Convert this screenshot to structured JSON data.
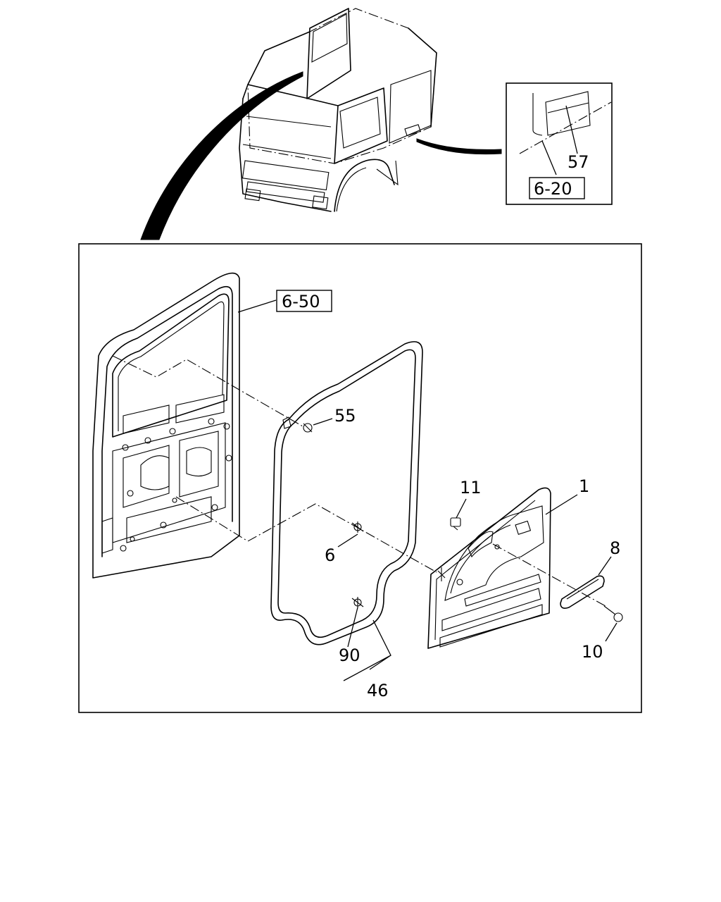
{
  "callouts": {
    "p57": "57",
    "p6_20": "6-20",
    "p6_50": "6-50",
    "p55": "55",
    "p11": "11",
    "p1": "1",
    "p8": "8",
    "p6": "6",
    "p10": "10",
    "p90": "90",
    "p46": "46"
  }
}
